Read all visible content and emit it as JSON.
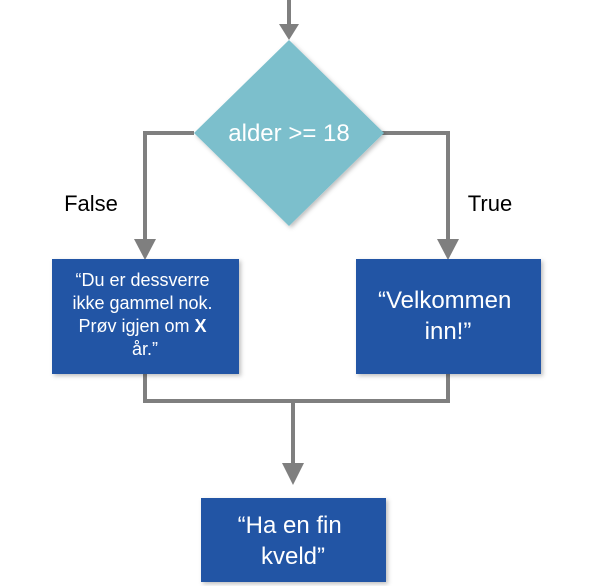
{
  "decision": {
    "label": "alder >= 18",
    "color": "#7bbfcc"
  },
  "branches": {
    "false_label": "False",
    "true_label": "True"
  },
  "false_box": {
    "line1": "“Du er dessverre",
    "line2": "ikke gammel nok.",
    "line3_prefix": "Prøv igjen  om ",
    "line3_bold": "X",
    "line4": "år.”"
  },
  "true_box": {
    "line1": "“Velkommen",
    "line2": "inn!”"
  },
  "end_box": {
    "line1": "“Ha en fin",
    "line2": "kveld”"
  },
  "colors": {
    "box": "#2155a5",
    "connector": "#7f7f7f",
    "text_on_box": "#ffffff"
  }
}
